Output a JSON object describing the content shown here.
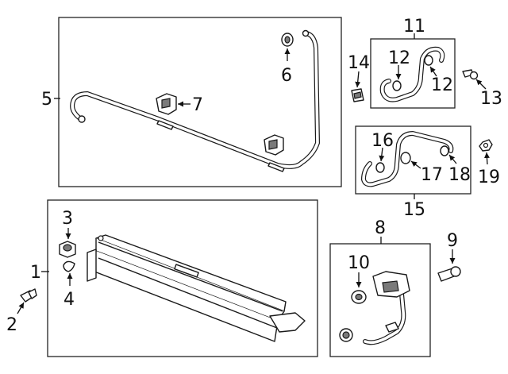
{
  "callouts": {
    "c1": "1",
    "c2": "2",
    "c3": "3",
    "c4": "4",
    "c5": "5",
    "c6": "6",
    "c7": "7",
    "c8": "8",
    "c9": "9",
    "c10": "10",
    "c11": "11",
    "c12a": "12",
    "c12b": "12",
    "c13": "13",
    "c14": "14",
    "c15": "15",
    "c16": "16",
    "c17": "17",
    "c18": "18",
    "c19": "19"
  }
}
